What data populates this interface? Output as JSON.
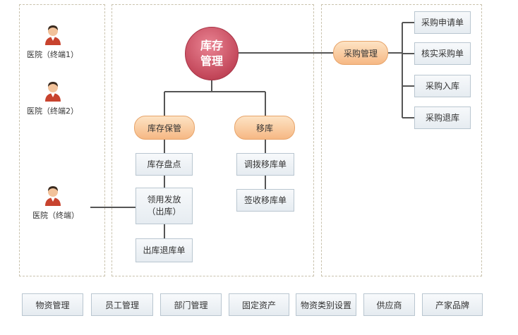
{
  "users": [
    {
      "label": "医院（终端1）"
    },
    {
      "label": "医院（终端2）"
    },
    {
      "label": "医院（终端）"
    }
  ],
  "hub": {
    "label": "库存\n管理"
  },
  "inventory_branch": {
    "label": "库存保管",
    "items": [
      "库存盘点",
      "领用发放\n（出库）",
      "出库退库单"
    ]
  },
  "transfer_branch": {
    "label": "移库",
    "items": [
      "调拨移库单",
      "签收移库单"
    ]
  },
  "purchase_branch": {
    "label": "采购管理",
    "items": [
      "采购申请单",
      "核实采购单",
      "采购入库",
      "采购退库"
    ]
  },
  "bottom_menu": [
    "物资管理",
    "员工管理",
    "部门管理",
    "固定资产",
    "物资类别设置",
    "供应商",
    "产家品牌"
  ],
  "colors": {
    "hub": "#c3475a",
    "pill": "#f6b884",
    "box_border": "#b9c6d0",
    "connector": "#555555",
    "panel_border": "#c9c2ad"
  }
}
